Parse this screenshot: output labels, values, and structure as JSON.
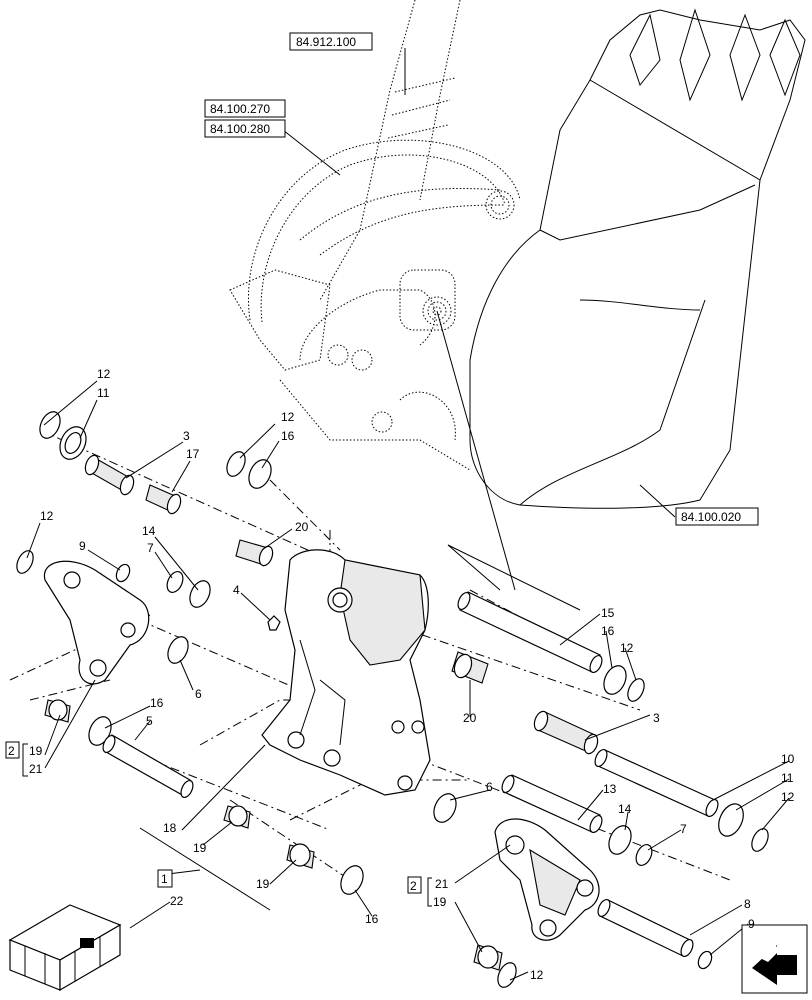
{
  "refs": {
    "r1": "84.912.100",
    "r2": "84.100.270",
    "r3": "84.100.280",
    "r4": "84.100.020"
  },
  "items": {
    "i1": "12",
    "i2": "11",
    "i3": "3",
    "i4": "17",
    "i5": "12",
    "i6": "16",
    "i7": "12",
    "i8": "9",
    "i9": "14",
    "i10": "7",
    "i11": "20",
    "i12": "4",
    "i13": "6",
    "i14": "16",
    "i15": "5",
    "i16": "2",
    "i17": "19",
    "i18": "21",
    "i19": "15",
    "i20": "16",
    "i21": "12",
    "i22": "20",
    "i23": "3",
    "i24": "10",
    "i25": "11",
    "i26": "12",
    "i27": "6",
    "i28": "13",
    "i29": "14",
    "i30": "7",
    "i31": "18",
    "i32": "19",
    "i33": "1",
    "i34": "19",
    "i35": "16",
    "i36": "2",
    "i37": "21",
    "i38": "19",
    "i39": "19",
    "i40": "8",
    "i41": "9",
    "i42": "12",
    "i43": "22"
  },
  "icons": {
    "nav": "next-page-arrow-icon",
    "crate": "crate-icon"
  }
}
